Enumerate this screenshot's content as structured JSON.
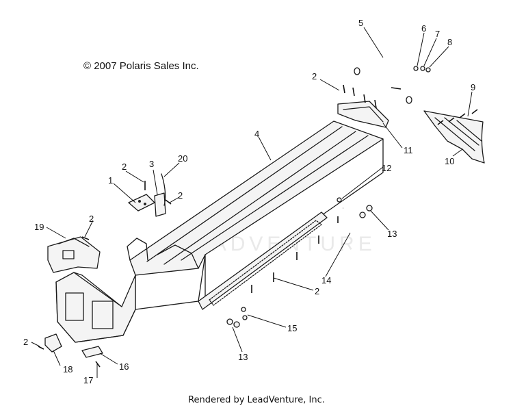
{
  "copyright": "© 2007 Polaris Sales Inc.",
  "footer": "Rendered by LeadVenture, Inc.",
  "watermark": "LEADVENTURE",
  "callouts": {
    "c1": "1",
    "c2a": "2",
    "c2b": "2",
    "c2c": "2",
    "c2d": "2",
    "c2e": "2",
    "c2f": "2",
    "c3": "3",
    "c4": "4",
    "c5": "5",
    "c6": "6",
    "c7": "7",
    "c8": "8",
    "c9": "9",
    "c10": "10",
    "c11": "11",
    "c12": "12",
    "c13a": "13",
    "c13b": "13",
    "c14": "14",
    "c15": "15",
    "c16": "16",
    "c17": "17",
    "c18": "18",
    "c19": "19",
    "c20": "20"
  }
}
